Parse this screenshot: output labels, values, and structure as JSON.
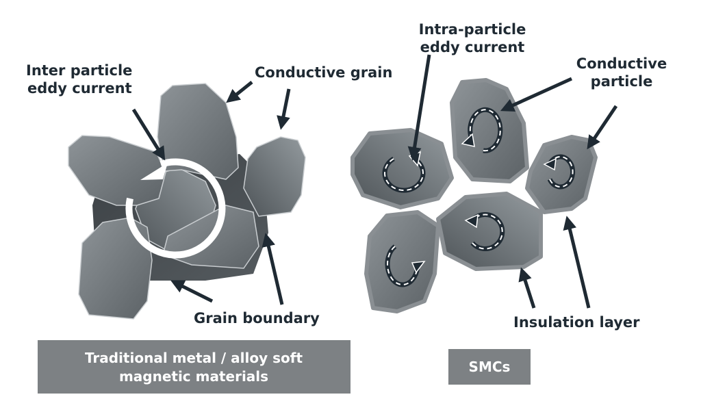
{
  "left": {
    "label_inter_1": "Inter particle",
    "label_inter_2": "eddy current",
    "label_grain": "Conductive grain",
    "label_boundary": "Grain boundary",
    "caption_1": "Traditional metal / alloy soft",
    "caption_2": "magnetic materials"
  },
  "right": {
    "label_intra_1": "Intra-particle",
    "label_intra_2": "eddy current",
    "label_particle_1": "Conductive",
    "label_particle_2": "particle",
    "label_insulation": "Insulation layer",
    "caption": "SMCs"
  },
  "colors": {
    "caption_box": "#7d8184",
    "arrow": "#1f2a33",
    "grain": "#80868b"
  }
}
